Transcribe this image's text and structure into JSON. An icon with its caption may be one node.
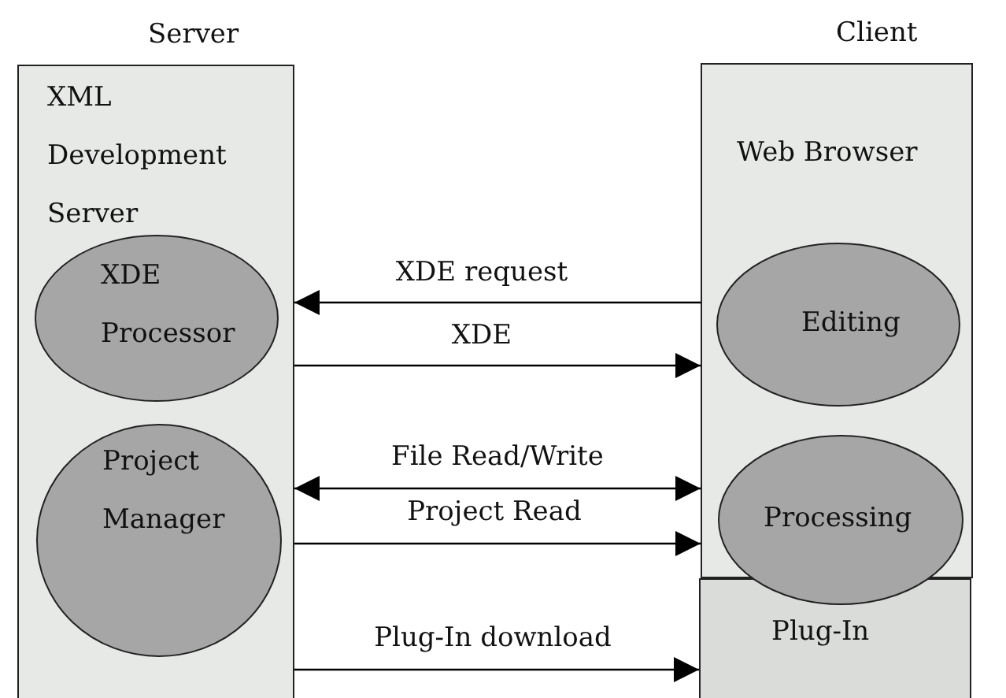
{
  "diagram": {
    "nodes": [
      {
        "text": [
          "Server",
          "XML Development Server"
        ]
      },
      {
        "text": [
          "XDE Processor"
        ],
        "in": 0
      },
      {
        "text": [
          "Project Manager"
        ],
        "in": 0
      },
      {
        "text": [
          "Client",
          "Web Browser"
        ]
      },
      {
        "text": [
          "Editing"
        ],
        "in": 3
      },
      {
        "text": [
          "Processing"
        ],
        "in": 3
      },
      {
        "text": [
          "Plug-In"
        ]
      }
    ],
    "edges": [
      {
        "from": 3,
        "to": 0,
        "arrow": "to",
        "label": "XDE request"
      },
      {
        "from": 0,
        "to": 3,
        "arrow": "to",
        "label": "XDE"
      },
      {
        "from": 0,
        "to": 3,
        "arrow": "both",
        "label": "File Read/Write"
      },
      {
        "from": 0,
        "to": 3,
        "arrow": "to",
        "label": "Project Read"
      },
      {
        "from": 0,
        "to": 6,
        "arrow": "to",
        "label": "Plug-In download"
      }
    ]
  }
}
